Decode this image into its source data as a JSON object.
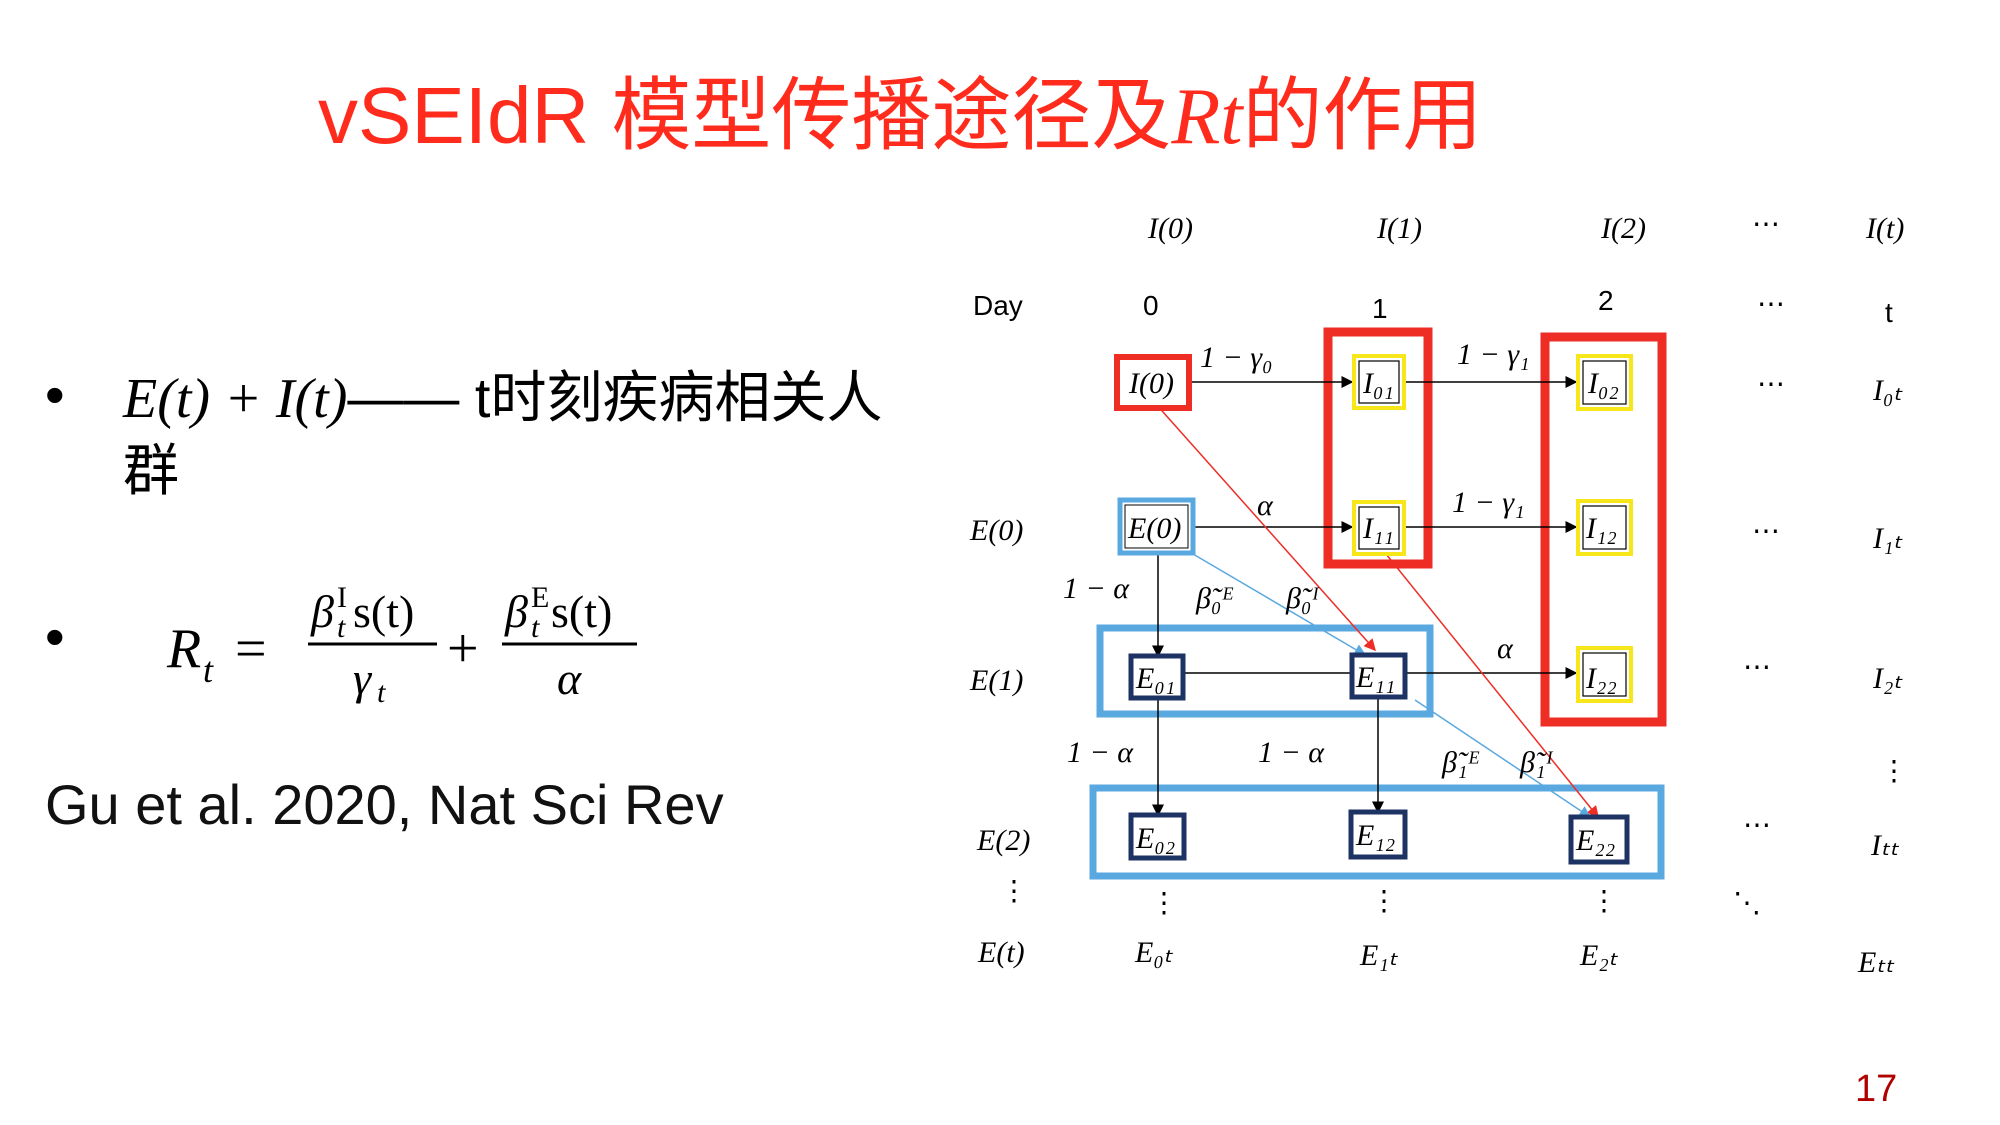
{
  "slide": {
    "title_prefix": "vSEIdR 模型传播途径及",
    "title_rt": "Rt",
    "title_suffix": "的作用",
    "bullet1_math": "E(t) + I(t)",
    "bullet1_text": "—— t时刻疾病相关人群",
    "bullet2_lhs": "R",
    "bullet2_lhs_sub": "t",
    "frac1_num_base": "β",
    "frac1_num_sup": "I",
    "frac1_num_sub": "t",
    "frac1_num_tail": "s(t)",
    "frac1_den": "γ",
    "frac1_den_sub": "t",
    "frac2_num_base": "β",
    "frac2_num_sup": "E",
    "frac2_num_sub": "t",
    "frac2_num_tail": "s(t)",
    "frac2_den": "α",
    "citation": "Gu et al. 2020, Nat Sci Rev",
    "page_number": "17"
  },
  "diagram": {
    "top_labels": [
      "I(0)",
      "I(1)",
      "I(2)",
      "⋯",
      "I(t)"
    ],
    "day_label": "Day",
    "day_values": [
      "0",
      "1",
      "2",
      "⋯",
      "t"
    ],
    "row_labels": [
      "E(0)",
      "E(1)",
      "E(2)",
      "⋮",
      "E(t)"
    ],
    "right_I_labels": [
      "I₀ₜ",
      "I₁ₜ",
      "I₂ₜ",
      "⋮",
      "Iₜₜ"
    ],
    "right_dots": [
      "⋯",
      "⋯",
      "⋯",
      "⋯",
      "⋱"
    ],
    "boxes": {
      "I0": "I(0)",
      "I01": "I₀₁",
      "I02": "I₀₂",
      "E0": "E(0)",
      "I11": "I₁₁",
      "I12": "I₁₂",
      "E01": "E₀₁",
      "E11": "E₁₁",
      "I22": "I₂₂",
      "E02": "E₀₂",
      "E12": "E₁₂",
      "E22": "E₂₂"
    },
    "edge_labels": {
      "g0": "1 − γ₀",
      "g1a": "1 − γ₁",
      "g1b": "1 − γ₁",
      "a1": "α",
      "a2": "α",
      "ma1": "1 − α",
      "ma2": "1 − α",
      "ma3": "1 − α",
      "bE0": "β̃₀ᴱ",
      "bI0": "β̃₀ᴵ",
      "bE1": "β̃₁ᴱ",
      "bI1": "β̃₁ᴵ"
    },
    "bottom_labels": [
      "E₀ₜ",
      "E₁ₜ",
      "E₂ₜ",
      "Eₜₜ"
    ],
    "colors": {
      "red": "#ee2d24",
      "yellow": "#f6e61a",
      "blue": "#5aa8e0",
      "navy": "#1d3363"
    }
  }
}
